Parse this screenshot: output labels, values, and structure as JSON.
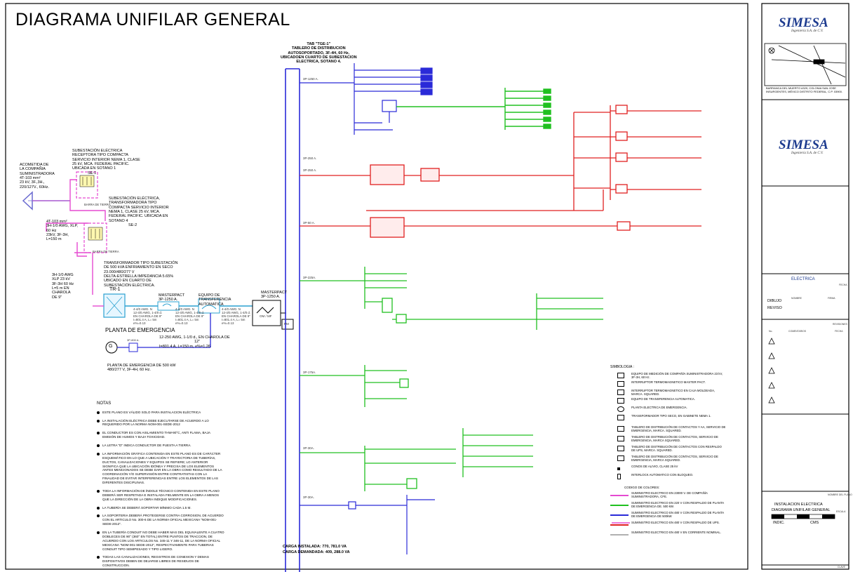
{
  "title": "DIAGRAMA UNIFILAR GENERAL",
  "tab": {
    "name": "TAB \"TGE-1\"",
    "line1": "TABLERO DE DISTRIBUCION",
    "line2": "AUTOSOPORTADO, 3F-4H, 60 Hz,",
    "line3": "UBICADOEN CUARTO DE SUBESTACION",
    "line4": "ELECTRICA, SOTANO 4."
  },
  "acometida": {
    "line1": "ACOMETIDA DE",
    "line2": "LA COMPAÑIA",
    "line3": "SUMINISTRADORA",
    "line4": "4T-103 mm²",
    "line5": "23 kV, 3F.,3H.,",
    "line6": "220/127V., 60Hz."
  },
  "se1": {
    "line1": "SUBESTACIÓN ELÉCTRICA",
    "line2": "RECEPTORA TIPO COMPACTA",
    "line3": "SERVICIO INTERIOR NEMA 1, CLASE",
    "line4": "25 kV, MCA. FEDERAL PACIFIC.",
    "line5": "UBICADA EN SOTANO 1",
    "tag": "SE-1",
    "barra": "BARRA DE TIERRA"
  },
  "se2": {
    "line1": "SUBESTACIÓN ELÉCTRICA,",
    "line2": "TRANSFORMADORA TIPO",
    "line3": "COMPACTA SERVICIO INTERIOR",
    "line4": "NEMA 1, CLASE 25 kV, MCA.",
    "line5": "FEDERAL PACIFIC. UBICADA EN",
    "line6": "SOTANO 4",
    "tag": "SE-2",
    "barra": "BARRA DE TIERRA"
  },
  "cable1": {
    "line1": "4T-103 mm²",
    "line2": "3H-1/0 AWG, XLP,",
    "line3": "60 Hz",
    "line4": "23kV, 3F-3H,",
    "line5": "L=150 m"
  },
  "trafo_text": {
    "line1": "TRANSFORMADOR TIPO SUBESTACIÓN",
    "line2": "DE 500 kVA ENFRIAMIENTO EN SECO",
    "line3": "23.000/480/277 V",
    "line4": "DELTA-ESTRELLA IMPEDANCIA 5.65%",
    "line5": "UBICADO EN CUARTO DE",
    "line6": "SUBESTACIÓN ELÉCTRICA."
  },
  "cable2": {
    "line1": "3H-1/0 AWG",
    "line2": "XLP 23 kV",
    "line3": "3F-3H 60 Hz",
    "line4": "L=5 m EN",
    "line5": "CHAROLA",
    "line6": "DE 9\""
  },
  "tr1": "TR-1",
  "masterpact1": {
    "line1": "MASTERPACT",
    "line2": "3P-1250 A."
  },
  "equipo_transf": {
    "line1": "EQUIPO DE",
    "line2": "TRANSFERENCIA",
    "line3": "AUTOMATICA"
  },
  "masterpact2": {
    "line1": "MASTERPACT",
    "line2": "3P-1250 A."
  },
  "awg1": {
    "line1": "4-4/0 AWG. N",
    "line2": "12-4/0 AWG, 1-4/0 d.",
    "line3": "EN CHAROLA DE 9\"",
    "line4": "I=801.4 A, L= 5m",
    "line5": "e%=0.13"
  },
  "awg2": {
    "line1": "4-4/0 AWG. N",
    "line2": "12-4/0 AWG, 1-4/0 d.",
    "line3": "EN CHAROLA DE 9\"",
    "line4": "I=801.4 A, L= 5m",
    "line5": "e%=0.13"
  },
  "awg3": {
    "line1": "4-4/0 AWG. N",
    "line2": "12-4/0 AWG, 1-4/0 d.",
    "line3": "EN CHAROLA DE 9\"",
    "line4": "I=801.4 A, L= 5m",
    "line5": "e%=0.13"
  },
  "om_mf": "OM / MF",
  "pm": "PM",
  "planta": {
    "title": "PLANTA DE EMERGENCIA",
    "g": "G",
    "breaker": "3P-800 A.",
    "cable1": "12-250 AWG, 1-1/0 d., EN CHAROLA DE",
    "cable2": "12\"",
    "cable3": "I=801.4 A, L=150 m, e%=1.26",
    "desc1": "PLANTA DE EMERGENCIA DE 500 kW",
    "desc2": "480/277 V, 3F-4H, 60 Hz."
  },
  "breakers": [
    "3P-1250 A.",
    "3P-250 A.",
    "3P-250 A.",
    "3P-50 A.",
    "3P-225A.",
    "3P-175A.",
    "3P-30A.",
    "3P-30A."
  ],
  "carga": {
    "instalada": "CARGA INSTALADA: 770, 781.0 VA",
    "demandada": "CARGA DEMANDADA: 409, 288.0 VA"
  },
  "notes": {
    "title": "NOTAS",
    "items": [
      "ESTE PLANO ES VÁLIDO SOLO PARA INSTALACION ELÉCTRICA",
      "LA INSTALACIÓN ELÉCTRICA DEBE EJECUTARSE DE ACUERDO A LO REQUERIDO POR LA NORMA NOM-001-SEDE-2012",
      "EL CONDUCTOR ES CON AISLAMIENTO THW-90°C, ANTI FLAMA, BAJA EMISIÓN DE HUMOS Y BAJA TOXICIDAD.",
      "LA LETRA \"D\" INDICA CONDUCTOR DE PUESTA A TIERRA.",
      "LA INFORMACIÓN GRÁFICA CONTENIDA EN ESTE PLANO ES DE CARÁCTER ESQUEMÁTICO EN LO QUE A UBICACIÓN Y TRAYECTORIA DE TUBERÍAS, DUCTOS, CANALIZACIONES Y EQUIPOS SE REFIERE; LO ANTERIOR SIGNIFICA QUE LA UBICACIÓN IDÓNEA Y PRECISA DE LOS ELEMENTOS ANTES MENCIONADOS SE DEBE DAR EN LA OBRA COMO RESULTADO DE LA COORDINACIÓN Y/O SUPERVISIÓN ENTRE CONTRATISTAS CON LA FINALIDAD DE EVITAR INTERFERENCIAS ENTRE LOS ELEMENTOS DE LAS DIFERENTES DISCIPLINAS.",
      "TODA LA INFORMACIÓN DE ÍNDOLE TÉCNICO CONTENIDA EN ESTE PLANO DEBERÁ SER RESPETADA E INSTALADA FIELMENTE EN LA OBRA A MENOS QUE LA DIRECCIÓN DE LA OBRA INDIQUE MODIFICACIONES.",
      "LA TUBERÍA SE DEBERÁ SOPORTAR MÍNIMO CADA 1.5 M.",
      "LA SOPORTERIA DEBERÁ PROTEGERSE CONTRA CORROSION, DE ACUERDO CON EL ARTICULO No. 300-6 DE LA NORMA OFICIAL MEXICANA \"NOM-001-SEDE-2012\".",
      "EN LA TUBERÍA CONDUIT NO DEBE HABER MAS DEL EQUIVALENTE A CUATRO DOBLECES DE 90° (360° EN TOTAL) ENTRE PUNTOS DE TRACCION, DE ACUERDO CON LOS ARTICULOS No. 345-11 Y 346-11, DE LA NORMA OFICIAL MEXICANA \"NOM-001-SEDE-2012\", RESPECTIVAMENTE PARA TUBERIAS CONDUIT TIPO SEMIPESADO Y TIPO LIGERO.",
      "TODAS LAS CANALIZACIONES, REGISTROS DE CONEXION Y DEMAS DISPOSITIVOS DEBEN DE DEJARSE LIBRES DE RESIDUOS DE CONSTRUCCION."
    ]
  },
  "simbologia": {
    "title": "SIMBOLOGIA :",
    "items": [
      "EQUIPO DE MEDICIÓN DE COMPAÑÍA SUMINISTRADORA 23 kV, 3F-3H, 60 Hz.",
      "INTERRUPTOR TERMOMAGNETICO MASTER PACT.",
      "INTERRUPTOR TERMOMAGNETICO EN CAJA MOLDEADA, MARCA. SQUARED.",
      "EQUIPO DE TRANSFERENCIA AUTOMATICA.",
      "PLANTA ELECTRICA DE EMERGENCIA.",
      "TRANSFORMADOR TIPO SECO, EN GABINETE NEMA 1.",
      "TABLERO DE DISTRIBUCIÓN DE CONTACTOS Y AA, SERVICIO DE EMERGENCIA, MARCA. SQUARED.",
      "TABLERO DE DISTRIBUCIÓN DE CONTACTOS, SERVICIO DE EMERGENCIA, MARCA SQUARED.",
      "TABLERO DE DISTRIBUCIÓN DE CONTACTOS CON RESPALDO DE UPS, MARCA. SQUARED.",
      "TABLERO DE DISTRIBUCIÓN DE CONTACTOS, SERVICIO DE EMERGENCIA, MARCA SQUARED.",
      "CONOS DE ALIVIO, CLASE 25 kV",
      "INTERLOCK AUTOMATICO CON BLOQUEO."
    ],
    "color_title": "CODIGO DE COLORES:",
    "colors": [
      {
        "label": "SUMINISTRO ELECTRICO EN 23000 V. DE COMPAÑÍA SUMINISTRADORA, CFE.",
        "color": "#e54ad1"
      },
      {
        "label": "SUMINISTRO ELECTRICO EN 220 V CON RESPALDO DE PLANTA DE EMERGENCIA DE. 500 kW.",
        "color": "#20c020"
      },
      {
        "label": "SUMINISTRO ELECTRICO EN 480 V CON RESPALDO DE PLANTA DE EMERGENCIA DE 500kW",
        "color": "#2a2ad8"
      },
      {
        "label": "SUMINISTRO ELECTRICO EN 480 V CON RESPALDO DE UPS.",
        "color": "#e02020"
      },
      {
        "label": "SUMINISTRO ELECTRICO EN 480 V EN CORRIENTE NOMINAL.",
        "color": "#b0b0b0"
      }
    ]
  },
  "titleblock": {
    "brand": "SIMESA",
    "brand_sub": "Ingeniería S.A. de C.V.",
    "address": "BARRANCA DEL MUERTO #329, COLONIA SAN JOSE INSURGENTES, MÉXICO DISTRITO FEDERAL, C.P. 03900.",
    "section": "ELECTRICA",
    "fecha": "FECHA",
    "dibujo": "DIBUJO",
    "reviso": "REVISO",
    "firma": "FIRMA",
    "nombre": "NOMBRE",
    "revisiones": "REVISIONES",
    "no": "No.",
    "comentarios": "COMENTARIOS",
    "fecha2": "FECHA",
    "nombre_plano": "NOMBRE DEL PLANO",
    "plan1": "INSTALACION ELECTRICA",
    "plan2": "DIAGRAMA UNIFILAR GENERAL",
    "escala": "ESCALA",
    "indic": "INDIC.",
    "cms": "CMS",
    "clave": "CLAVE"
  }
}
